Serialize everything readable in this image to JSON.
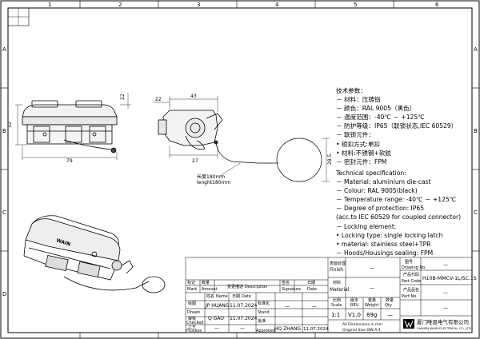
{
  "frame": {
    "columns": [
      "1",
      "2",
      "3",
      "4",
      "5",
      "6"
    ],
    "rows": [
      "A",
      "B",
      "C",
      "D"
    ]
  },
  "dims": {
    "front_top": "22",
    "front_height": "32",
    "front_width": "79",
    "side_top": "22",
    "side_depth": "43",
    "side_bottom": "27",
    "chain_height": "28.5",
    "chain_length_cn": "长度180mm",
    "chain_length_en": "lenght180mm"
  },
  "spec_cn": [
    "技术参数：",
    "－ 材料：压铸铝",
    "－ 颜色：RAL 9005（黑色）",
    "－ 温度范围：-40℃ － +125℃",
    "－ 防护等级：IP65（联锁状态,IEC 60529）",
    "－ 联锁元件：",
    "    • 锁扣方式:单扣",
    "    • 材料:不锈钢+软胶",
    "－ 密封元件：FPM"
  ],
  "spec_en": [
    "Technical specification:",
    "－ Material: aluminium die-cast",
    "－ Colour: RAL 9005(black)",
    "－ Temperature range: -40℃ － +125℃",
    "－ Degree of protection: IP65",
    "    (acc.to IEC 60529 for coupled connector)",
    "－ Locking element:",
    "    • Locking type: single locking latch",
    "    • material: stainless steel+TPR",
    "－ Hoods/Housings sealing: FPM"
  ],
  "logo_text": "WAIN",
  "title_block": {
    "finish_cn": "表面处理",
    "finish_en": "Finish",
    "finish_val": "—",
    "material_cn": "材料",
    "material_en": "Material",
    "material_val": "—",
    "drawing_cn": "图号",
    "drawing_en": "Drawing No.",
    "drawing_val": "—",
    "partcode_cn": "产品代码",
    "partcode_en": "Part Code",
    "partcode_val": "H10B-MMCV-1L/SC.1S",
    "partno_cn": "产品品名",
    "partno_en": "Part No.",
    "partno_val": "—",
    "mark_cn": "标记",
    "mark_en": "Mark",
    "amount_cn": "数量",
    "amount_en": "Amount",
    "change_cn": "变更描述",
    "change_en": "Description",
    "sig_cn": "签名",
    "sig_en": "Signature",
    "date_cn": "日期",
    "date_en": "Date",
    "name_cn": "姓名",
    "name_en": "Name",
    "drawn_cn": "绘图",
    "drawn_en": "Drawn",
    "checked_cn": "审核",
    "checked_en": "Checked",
    "process_cn": "工艺",
    "process_en": "Process",
    "stand_cn": "标准化",
    "stand_en": "Stand",
    "approved_cn": "批准",
    "approved_en": "Approved",
    "drawn_name": "JP HUANG",
    "drawn_date": "11.07.2024",
    "checked_name": "Q GAO",
    "checked_date": "11.07.2024",
    "approved_name": "HQ ZHANG",
    "approved_date": "11.07.2024",
    "dash": "—",
    "scale_cn": "比例",
    "scale_en": "Scale",
    "scale_val": "1:1",
    "rev_cn": "版本",
    "rev_en": "REV.",
    "rev_val": "V1.0",
    "weight_cn": "重量",
    "weight_en": "Weight",
    "weight_val": "89g",
    "qty_cn": "数量",
    "qty_en": "Qty.",
    "qty_val": "—",
    "dims_note_1": "All Dimensions in mm",
    "dims_note_2": "Original Size DIN A 4",
    "company_cn": "厦门唯恩电气有限公司",
    "company_en": "XIAMEN WAIN ELECTRICAL CO.,LTD"
  }
}
